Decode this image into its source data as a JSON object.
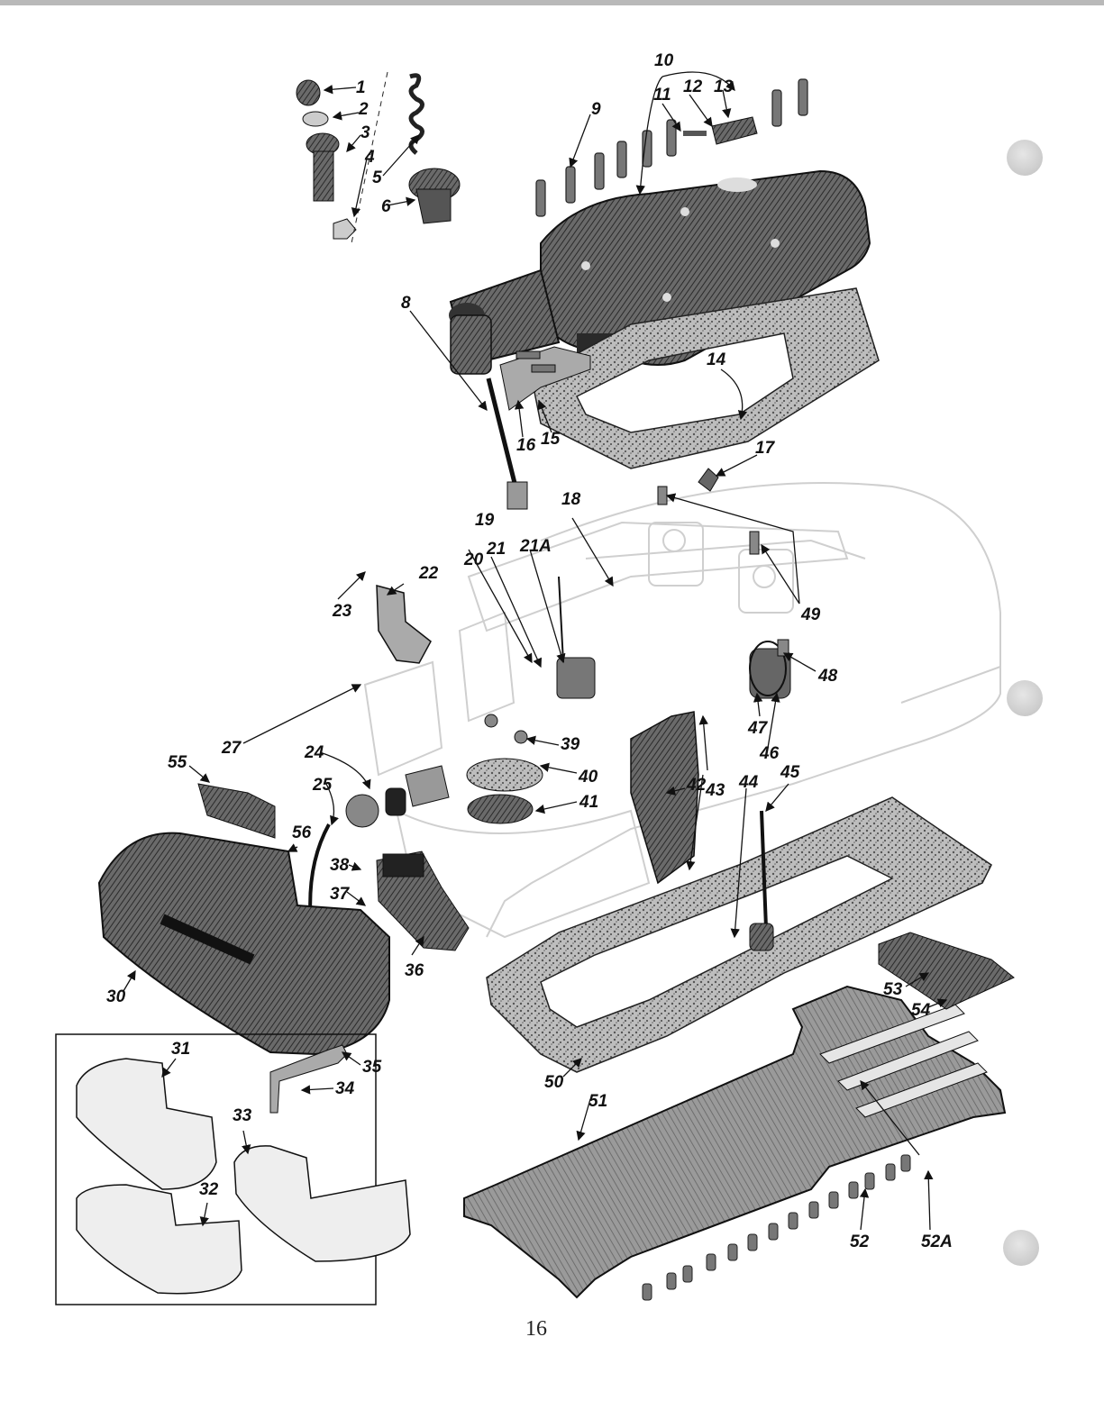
{
  "page": {
    "page_number": "16"
  },
  "callouts": {
    "c1": "1",
    "c2": "2",
    "c3": "3",
    "c4": "4",
    "c5": "5",
    "c6": "6",
    "c8": "8",
    "c9": "9",
    "c10": "10",
    "c11": "11",
    "c12": "12",
    "c13": "13",
    "c14": "14",
    "c15": "15",
    "c16": "16",
    "c17": "17",
    "c18": "18",
    "c19": "19",
    "c20": "20",
    "c21": "21",
    "c21a": "21A",
    "c22": "22",
    "c23": "23",
    "c24": "24",
    "c25": "25",
    "c27": "27",
    "c30": "30",
    "c31": "31",
    "c32": "32",
    "c33": "33",
    "c34": "34",
    "c35": "35",
    "c36": "36",
    "c37": "37",
    "c38": "38",
    "c39": "39",
    "c40": "40",
    "c41": "41",
    "c42": "42",
    "c43": "43",
    "c44": "44",
    "c45": "45",
    "c46": "46",
    "c47": "47",
    "c48": "48",
    "c49": "49",
    "c50": "50",
    "c51": "51",
    "c52": "52",
    "c52a": "52A",
    "c53": "53",
    "c54": "54",
    "c55": "55",
    "c56": "56"
  },
  "colors": {
    "ink": "#111111",
    "part_dark": "#4a4a4a",
    "part_mid": "#8a8a8a",
    "machine_outline": "#d4d4d4",
    "gasket": "#9a9a9a"
  }
}
